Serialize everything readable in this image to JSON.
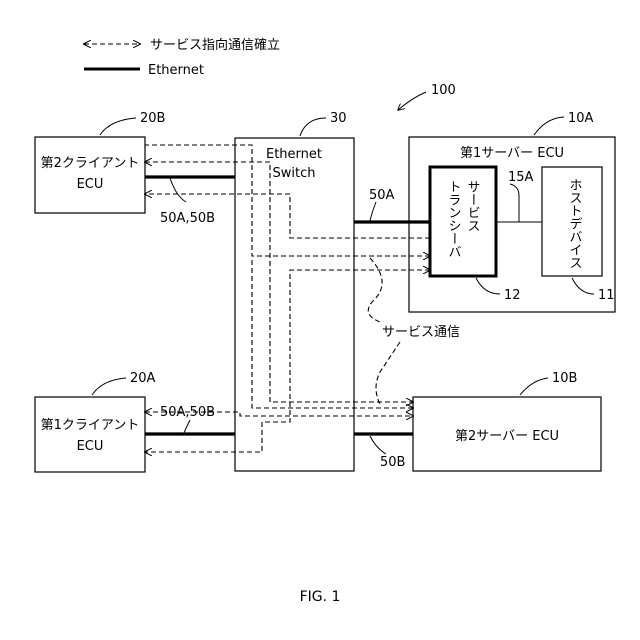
{
  "legend": {
    "dashed_label": "サービス指向通信確立",
    "solid_label": "Ethernet"
  },
  "system_ref": "100",
  "switch": {
    "label_line1": "Ethernet",
    "label_line2": "Switch",
    "ref": "30"
  },
  "client_b": {
    "label_line1": "第2クライアント",
    "label_line2": "ECU",
    "ref": "20B",
    "link_label": "50A,50B"
  },
  "client_a": {
    "label_line1": "第1クライアント",
    "label_line2": "ECU",
    "ref": "20A",
    "link_label": "50A,50B"
  },
  "server_a": {
    "label": "第1サーバー ECU",
    "ref": "10A",
    "transceiver": {
      "col1": "サービス",
      "col2": "トランシーバ",
      "ref": "12"
    },
    "host": {
      "label": "ホストデバイス",
      "ref": "11"
    },
    "internal_link": "15A",
    "link_label": "50A"
  },
  "server_b": {
    "label": "第2サーバー ECU",
    "ref": "10B",
    "link_label": "50B"
  },
  "service_comm_label": "サービス通信",
  "figure_caption": "FIG. 1"
}
